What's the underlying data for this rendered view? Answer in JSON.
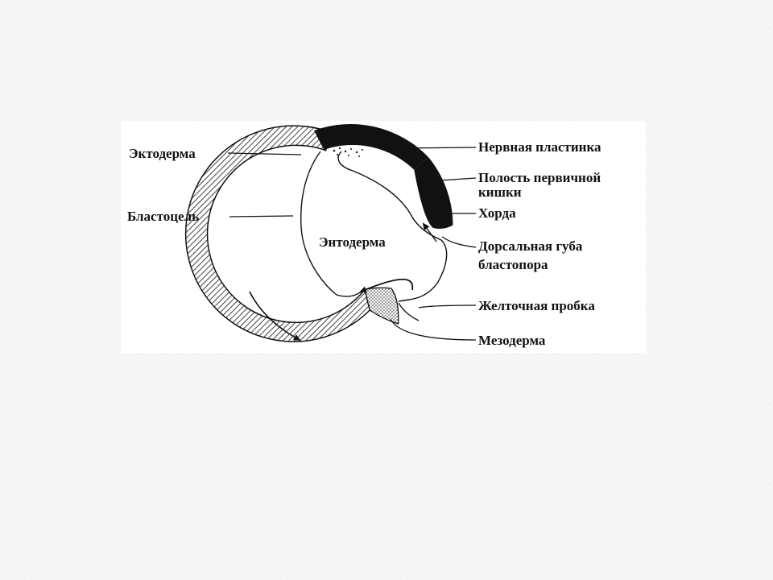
{
  "labels": {
    "ectoderm": "Эктодерма",
    "blastocoel": "Бластоцель",
    "endoderm": "Энтодерма",
    "neural_plate": "Нервная пластинка",
    "archenteron_line1": "Полость первичной",
    "archenteron_line2": "кишки",
    "notochord": "Хорда",
    "dorsal_lip_line1": "Дорсальная губа",
    "dorsal_lip_line2": "бластопора",
    "yolk_plug": "Желточная пробка",
    "mesoderm": "Мезодерма"
  },
  "colors": {
    "ink": "#111111",
    "figure_background": "#ffffff",
    "page_background": "#f6f6f6"
  },
  "icons": [
    "rotation-arrow-icon",
    "invagination-arrow-icon"
  ]
}
